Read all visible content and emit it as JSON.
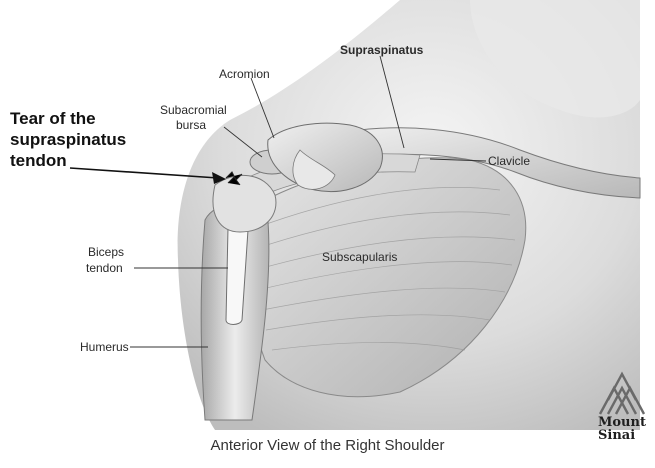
{
  "labels": {
    "acromion": "Acromion",
    "supraspinatus": "Supraspinatus",
    "subacromial_line1": "Subacromial",
    "subacromial_line2": "bursa",
    "clavicle": "Clavicle",
    "biceps_line1": "Biceps",
    "biceps_line2": "tendon",
    "subscapularis": "Subscapularis",
    "humerus": "Humerus"
  },
  "callout": {
    "line1": "Tear of the",
    "line2": "supraspinatus",
    "line3": "tendon"
  },
  "caption": "Anterior View of the Right Shoulder",
  "logo": {
    "line1": "Mount",
    "line2": "Sinai"
  }
}
